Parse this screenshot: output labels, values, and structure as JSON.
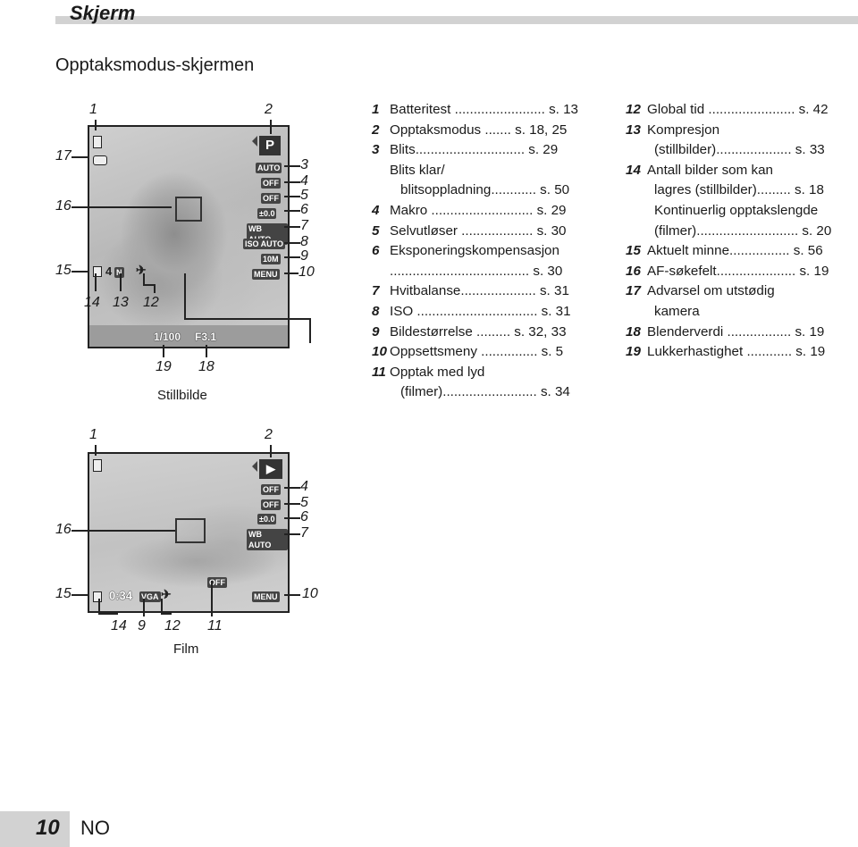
{
  "header": {
    "title": "Skjerm"
  },
  "section": {
    "title": "Opptaksmodus-skjermen"
  },
  "still": {
    "caption": "Stillbilde",
    "mode": "P",
    "osd": {
      "flash": "AUTO",
      "macro": "OFF",
      "selftimer": "OFF",
      "ev": "±0.0",
      "wb": "WB AUTO",
      "iso": "ISO AUTO",
      "size": "10M",
      "menu": "MENU",
      "count": "4",
      "compression": "N",
      "shutter": "1/100",
      "aperture": "F3.1"
    },
    "callouts": [
      "1",
      "2",
      "3",
      "4",
      "5",
      "6",
      "7",
      "8",
      "9",
      "10",
      "12",
      "13",
      "14",
      "15",
      "16",
      "17",
      "18",
      "19"
    ]
  },
  "movie": {
    "caption": "Film",
    "osd": {
      "macro": "OFF",
      "selftimer": "OFF",
      "ev": "±0.0",
      "wb": "WB AUTO",
      "time": "0:34",
      "size": "VGA",
      "sound": "OFF",
      "menu": "MENU"
    },
    "callouts": [
      "1",
      "2",
      "4",
      "5",
      "6",
      "7",
      "9",
      "10",
      "11",
      "12",
      "14",
      "15",
      "16"
    ]
  },
  "list_col1": [
    {
      "n": "1",
      "lines": [
        "Batteritest ........................ s. 13"
      ]
    },
    {
      "n": "2",
      "lines": [
        "Opptaksmodus ....... s. 18, 25"
      ]
    },
    {
      "n": "3",
      "lines": [
        "Blits............................. s. 29",
        "Blits klar/",
        "blitsoppladning............ s. 50"
      ]
    },
    {
      "n": "4",
      "lines": [
        "Makro ........................... s. 29"
      ]
    },
    {
      "n": "5",
      "lines": [
        "Selvutløser ................... s. 30"
      ]
    },
    {
      "n": "6",
      "lines": [
        "Eksponeringskompensasjon",
        "..................................... s. 30"
      ]
    },
    {
      "n": "7",
      "lines": [
        "Hvitbalanse.................... s. 31"
      ]
    },
    {
      "n": "8",
      "lines": [
        "ISO ................................ s. 31"
      ]
    },
    {
      "n": "9",
      "lines": [
        "Bildestørrelse ......... s. 32, 33"
      ]
    },
    {
      "n": "10",
      "lines": [
        "Oppsettsmeny ............... s. 5"
      ]
    },
    {
      "n": "11",
      "lines": [
        "Opptak med lyd",
        "(filmer)......................... s. 34"
      ]
    }
  ],
  "list_col2": [
    {
      "n": "12",
      "lines": [
        "Global tid ....................... s. 42"
      ]
    },
    {
      "n": "13",
      "lines": [
        "Kompresjon",
        "(stillbilder).................... s. 33"
      ]
    },
    {
      "n": "14",
      "lines": [
        "Antall bilder som kan",
        "lagres (stillbilder)......... s. 18",
        "Kontinuerlig opptakslengde",
        "(filmer)........................... s. 20"
      ]
    },
    {
      "n": "15",
      "lines": [
        "Aktuelt minne................ s. 56"
      ]
    },
    {
      "n": "16",
      "lines": [
        "AF-søkefelt..................... s. 19"
      ]
    },
    {
      "n": "17",
      "lines": [
        "Advarsel om utstødig",
        "kamera"
      ]
    },
    {
      "n": "18",
      "lines": [
        "Blenderverdi ................. s. 19"
      ]
    },
    {
      "n": "19",
      "lines": [
        "Lukkerhastighet ............ s. 19"
      ]
    }
  ],
  "footer": {
    "page": "10",
    "lang": "NO"
  }
}
